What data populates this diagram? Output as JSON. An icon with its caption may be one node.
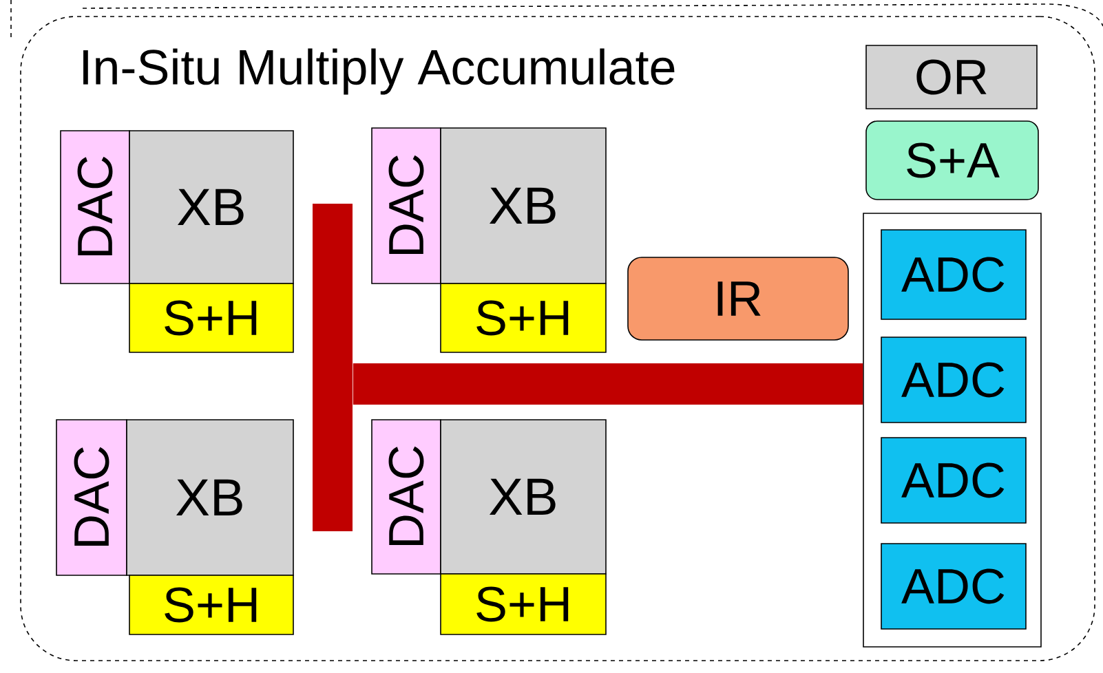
{
  "diagram": {
    "nodes": [
      {
        "text": [
          "In-Situ Multiply Accumulate"
        ]
      },
      {
        "text": [
          "OR"
        ],
        "in": 0
      },
      {
        "text": [
          "S+A"
        ],
        "in": 0
      },
      {
        "text": [
          "DAC"
        ],
        "in": 0
      },
      {
        "text": [
          "XB"
        ],
        "in": 0
      },
      {
        "text": [
          "S+H"
        ],
        "in": 0
      },
      {
        "text": [
          "DAC"
        ],
        "in": 0
      },
      {
        "text": [
          "XB"
        ],
        "in": 0
      },
      {
        "text": [
          "S+H"
        ],
        "in": 0
      },
      {
        "text": [],
        "shape": "bar",
        "in": 0
      },
      {
        "text": [
          "IR"
        ],
        "in": 0
      },
      {
        "text": [],
        "shape": "box",
        "in": 0
      },
      {
        "text": [
          "ADC"
        ],
        "in": 11
      },
      {
        "text": [
          "ADC"
        ],
        "in": 11
      },
      {
        "text": [
          "ADC"
        ],
        "in": 11
      },
      {
        "text": [
          "ADC"
        ],
        "in": 11
      },
      {
        "text": [
          "DAC"
        ],
        "in": 0
      },
      {
        "text": [
          "XB"
        ],
        "in": 0
      },
      {
        "text": [
          "S+H"
        ],
        "in": 0
      },
      {
        "text": [
          "DAC"
        ],
        "in": 0
      },
      {
        "text": [
          "XB"
        ],
        "in": 0
      },
      {
        "text": [
          "S+H"
        ],
        "in": 0
      }
    ],
    "edges": [
      {
        "from": 11,
        "to": 9,
        "arrow": "none"
      }
    ]
  }
}
